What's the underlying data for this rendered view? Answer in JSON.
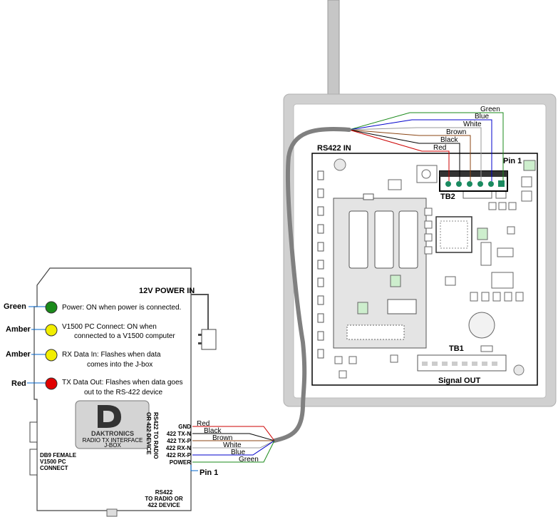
{
  "receiver": {
    "rs422_in": "RS422 IN",
    "pin1": "Pin 1",
    "tb2": "TB2",
    "tb1": "TB1",
    "signal_out": "Signal OUT",
    "wires": [
      "Green",
      "Blue",
      "White",
      "Brown",
      "Black",
      "Red"
    ]
  },
  "jbox": {
    "power_in": "12V POWER IN",
    "leds": [
      {
        "color_name": "Green",
        "text1": "Power: ON when power is connected.",
        "text2": "",
        "color": "#1a8a1a"
      },
      {
        "color_name": "Amber",
        "text1": "V1500 PC Connect: ON when",
        "text2": "connected to a  V1500 computer",
        "color": "#f2ee00"
      },
      {
        "color_name": "Amber",
        "text1": "RX Data In: Flashes when data",
        "text2": "comes into the J-box",
        "color": "#f2ee00"
      },
      {
        "color_name": "Red",
        "text1": "TX Data Out: Flashes when data goes",
        "text2": "out to the RS-422 device",
        "color": "#e00000"
      }
    ],
    "logo_brand": "DAKTRONICS",
    "logo_line1": "RADIO TX INTERFACE",
    "logo_line2": "J-BOX",
    "db9_line1": "DB9 FEMALE",
    "db9_line2": "V1500 PC",
    "db9_line3": "CONNECT",
    "side_line1": "RS422 TO RADIO",
    "side_line2": "OR 422 DEVICE",
    "terminals": [
      "GND",
      "422 TX-N",
      "422 TX-P",
      "422 RX-N",
      "422 RX-P",
      "POWER"
    ],
    "wires": [
      "Red",
      "Black",
      "Brown",
      "White",
      "Blue",
      "Green"
    ],
    "pin1": "Pin 1",
    "bottom_line1": "RS422",
    "bottom_line2": "TO RADIO OR",
    "bottom_line3": "422 DEVICE"
  }
}
